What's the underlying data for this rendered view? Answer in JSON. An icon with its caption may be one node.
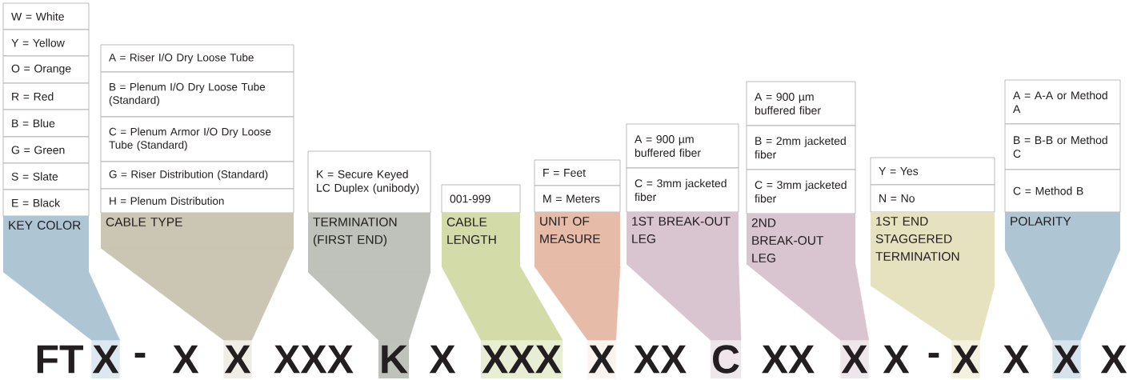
{
  "diagram": {
    "nodes": [
      {
        "text": [
          "W = White"
        ]
      },
      {
        "text": [
          "Y = Yellow"
        ]
      },
      {
        "text": [
          "O = Orange"
        ]
      },
      {
        "text": [
          "R = Red"
        ]
      },
      {
        "text": [
          "B = Blue"
        ]
      },
      {
        "text": [
          "G = Green"
        ]
      },
      {
        "text": [
          "S = Slate"
        ]
      },
      {
        "text": [
          "E = Black"
        ]
      },
      {
        "text": [
          "KEY COLOR"
        ]
      },
      {
        "text": [
          "A = Riser I/O Dry Loose Tube"
        ]
      },
      {
        "text": [
          "B = Plenum I/O Dry Loose Tube (Standard)"
        ]
      },
      {
        "text": [
          "C = Plenum Armor I/O Dry Loose Tube (Standard)"
        ]
      },
      {
        "text": [
          "G = Riser Distribution (Standard)"
        ]
      },
      {
        "text": [
          "H = Plenum Distribution"
        ]
      },
      {
        "text": [
          "CABLE TYPE"
        ]
      },
      {
        "text": [
          "K = Secure Keyed LC Duplex (unibody)"
        ]
      },
      {
        "text": [
          "TERMINATION (FIRST END)"
        ]
      },
      {
        "text": [
          "001-999"
        ]
      },
      {
        "text": [
          "CABLE LENGTH"
        ]
      },
      {
        "text": [
          "F = Feet"
        ]
      },
      {
        "text": [
          "M = Meters"
        ]
      },
      {
        "text": [
          "UNIT OF MEASURE"
        ]
      },
      {
        "text": [
          "A = 900 µm buffered fiber"
        ]
      },
      {
        "text": [
          "C = 3mm jacketed fiber"
        ]
      },
      {
        "text": [
          "1ST BREAK-OUT LEG"
        ]
      },
      {
        "text": [
          "A = 900 µm buffered fiber"
        ]
      },
      {
        "text": [
          "B = 2mm jacketed fiber"
        ]
      },
      {
        "text": [
          "C = 3mm jacketed fiber"
        ]
      },
      {
        "text": [
          "2ND BREAK-OUT LEG"
        ]
      },
      {
        "text": [
          "Y = Yes"
        ]
      },
      {
        "text": [
          "N = No"
        ]
      },
      {
        "text": [
          "1ST END STAGGERED TERMINATION"
        ]
      },
      {
        "text": [
          "A = A-A or Method A"
        ]
      },
      {
        "text": [
          "B = B-B or Method C"
        ]
      },
      {
        "text": [
          "C = Method B"
        ]
      },
      {
        "text": [
          "POLARITY"
        ]
      },
      {
        "text": [
          "X"
        ]
      },
      {
        "text": [
          "X"
        ]
      },
      {
        "text": [
          "K"
        ]
      },
      {
        "text": [
          "XXX"
        ]
      },
      {
        "text": [
          "X"
        ]
      },
      {
        "text": [
          "C"
        ]
      },
      {
        "text": [
          "X"
        ]
      },
      {
        "text": [
          "X"
        ]
      },
      {
        "text": [
          "X"
        ]
      }
    ],
    "edges": [
      {
        "from": 8,
        "to": 36,
        "arrow": "none",
        "color": "#aec6d4"
      },
      {
        "from": 14,
        "to": 37,
        "arrow": "none",
        "color": "#cbc5b4"
      },
      {
        "from": 16,
        "to": 38,
        "arrow": "none",
        "color": "#bfc1bb"
      },
      {
        "from": 18,
        "to": 39,
        "arrow": "none",
        "color": "#d3dba9"
      },
      {
        "from": 21,
        "to": 40,
        "arrow": "none",
        "color": "#e6bba8"
      },
      {
        "from": 24,
        "to": 41,
        "arrow": "none",
        "color": "#d9c5d0"
      },
      {
        "from": 28,
        "to": 42,
        "arrow": "none",
        "color": "#d9c5d0"
      },
      {
        "from": 31,
        "to": 43,
        "arrow": "none",
        "color": "#e6e2bf"
      },
      {
        "from": 35,
        "to": 44,
        "arrow": "none",
        "color": "#aec6d4"
      }
    ],
    "labels": [
      "FT",
      "-",
      "X",
      "XXX",
      "X",
      "XX",
      "XX",
      "X",
      "-",
      "X",
      "X"
    ]
  }
}
